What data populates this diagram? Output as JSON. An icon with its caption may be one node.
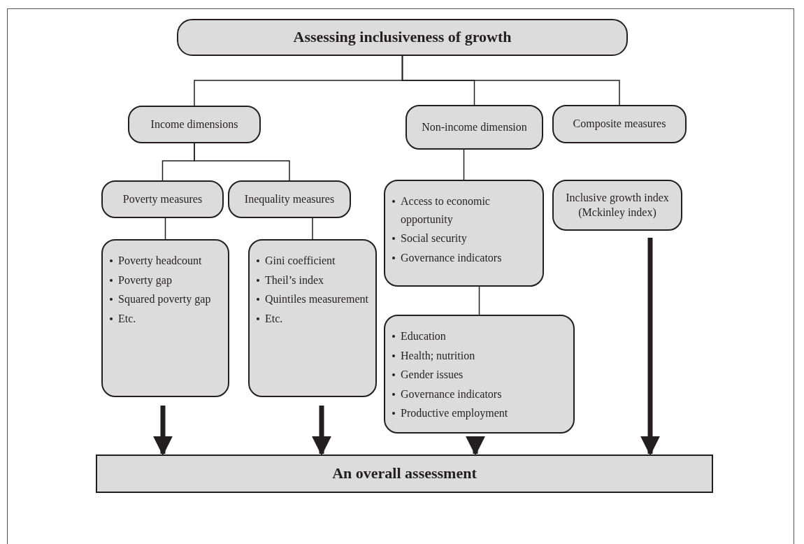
{
  "diagram": {
    "nodes": [
      {
        "text": [
          "Assessing inclusiveness of growth"
        ]
      },
      {
        "text": [
          "Income dimensions"
        ]
      },
      {
        "text": [
          "Non-income dimension"
        ]
      },
      {
        "text": [
          "Composite measures"
        ]
      },
      {
        "text": [
          "Poverty measures"
        ]
      },
      {
        "text": [
          "Inequality measures"
        ]
      },
      {
        "text": [
          "Access to economic opportunity",
          "Social security",
          "Governance indicators"
        ]
      },
      {
        "text": [
          "Inclusive growth index (Mckinley index)"
        ]
      },
      {
        "text": [
          "Poverty headcount",
          "Poverty gap",
          "Squared poverty gap",
          "Etc."
        ]
      },
      {
        "text": [
          "Gini coefficient",
          "Theil’s index",
          "Quintiles measurement",
          "Etc."
        ]
      },
      {
        "text": [
          "Education",
          "Health; nutrition",
          "Gender issues",
          "Governance indicators",
          "Productive employment"
        ]
      },
      {
        "text": [
          "An overall assessment"
        ]
      }
    ],
    "edges": [
      {
        "from": 0,
        "to": 1,
        "arrow": "none"
      },
      {
        "from": 0,
        "to": 2,
        "arrow": "none"
      },
      {
        "from": 0,
        "to": 3,
        "arrow": "none"
      },
      {
        "from": 1,
        "to": 4,
        "arrow": "none"
      },
      {
        "from": 1,
        "to": 5,
        "arrow": "none"
      },
      {
        "from": 4,
        "to": 8,
        "arrow": "none"
      },
      {
        "from": 5,
        "to": 9,
        "arrow": "none"
      },
      {
        "from": 2,
        "to": 6,
        "arrow": "none"
      },
      {
        "from": 6,
        "to": 10,
        "arrow": "none"
      },
      {
        "from": 8,
        "to": 11,
        "arrow": "to",
        "style": "thick"
      },
      {
        "from": 9,
        "to": 11,
        "arrow": "to",
        "style": "thick"
      },
      {
        "from": 10,
        "to": 11,
        "arrow": "to",
        "style": "thick"
      },
      {
        "from": 7,
        "to": 11,
        "arrow": "to",
        "style": "thick"
      }
    ]
  }
}
